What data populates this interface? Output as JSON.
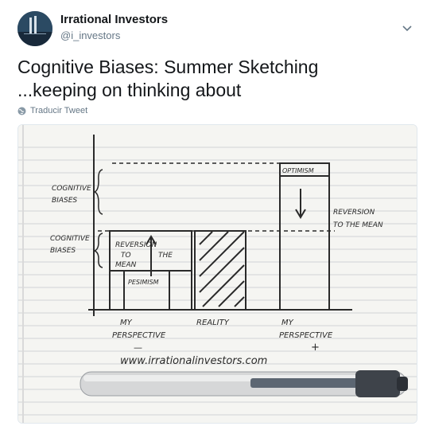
{
  "author": {
    "name": "Irrational Investors",
    "handle": "@i_investors"
  },
  "tweet": {
    "line1": "Cognitive Biases: Summer Sketching",
    "line2": "...keeping on thinking about",
    "translate_label": "Traducir Tweet"
  },
  "sketch": {
    "cognitive_biases_top": [
      "COGNITIVE",
      "BIASES"
    ],
    "cognitive_biases_mid": [
      "COGNITIVE",
      "BIASES"
    ],
    "reversion_left": [
      "REVERSION",
      "TO",
      "THE",
      "MEAN"
    ],
    "pesimism": "PESIMISM",
    "optimism": "OPTIMISM",
    "reversion_right": [
      "REVERSION",
      "TO THE MEAN"
    ],
    "my_perspective_left": [
      "MY",
      "PERSPECTIVE"
    ],
    "minus": "—",
    "reality": "REALITY",
    "my_perspective_right": [
      "MY",
      "PERSPECTIVE"
    ],
    "plus": "+",
    "url": "www.irrationalinvestors.com"
  },
  "colors": {
    "name": "#14171a",
    "secondary": "#657786",
    "paper": "#f5f5f2",
    "ink": "#2a2a2a"
  }
}
